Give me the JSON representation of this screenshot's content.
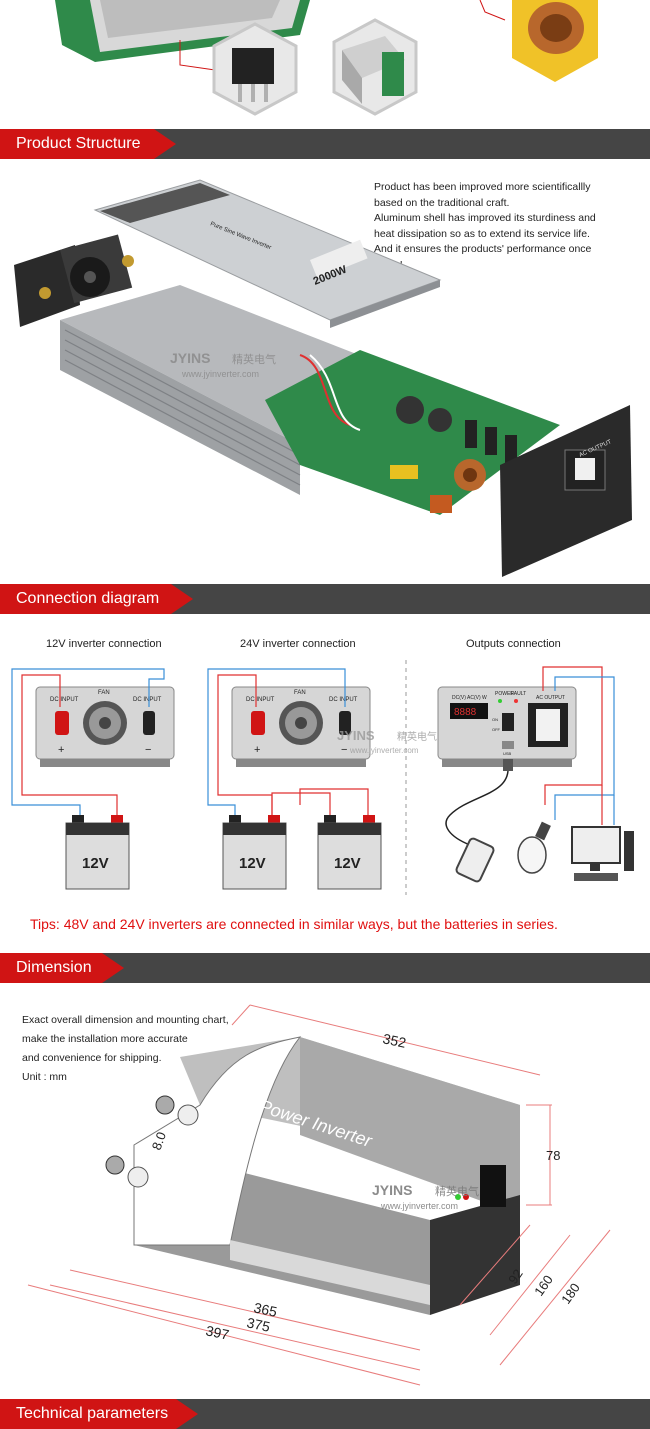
{
  "sections": {
    "structure": "Product Structure",
    "connection": "Connection diagram",
    "dimension": "Dimension",
    "technical": "Technical parameters"
  },
  "structure": {
    "description": [
      "Product has been improved more scientificallly",
      "based on the traditional craft.",
      "Aluminum shell has improved its sturdiness and",
      "heat dissipation so as to extend its service life.",
      "And it ensures the products' performance once",
      "again!"
    ],
    "model_label": "2000W",
    "lid_text": "Pure Sine Wave Inverter",
    "ac_output": "AC OUTPUT"
  },
  "watermark": {
    "brand": "JYINS",
    "cn": "精英电气",
    "url": "www.jyinverter.com"
  },
  "connection": {
    "col1_title": "12V inverter connection",
    "col2_title": "24V inverter connection",
    "col3_title": "Outputs connection",
    "fan": "FAN",
    "dc_input": "DC INPUT",
    "plus": "+",
    "minus": "−",
    "battery": "12V",
    "out_labels": {
      "dc_ac": "DC(V) AC(V) W",
      "power": "POWER",
      "fault": "FAULT",
      "ac_output": "AC OUTPUT",
      "on": "ON",
      "off": "OFF",
      "usb": "USB",
      "display": "8888"
    },
    "tips": "Tips: 48V and 24V inverters are connected in similar ways, but the batteries in series."
  },
  "dimension": {
    "description": [
      "Exact overall dimension and mounting chart,",
      "make the installation more accurate",
      "and convenience for shipping.",
      "Unit : mm"
    ],
    "product_text": "Power Inverter",
    "measures": {
      "d352": "352",
      "d78": "78",
      "d8": "8.0",
      "d365": "365",
      "d375": "375",
      "d397": "397",
      "d92": "92",
      "d160": "160",
      "d180": "180"
    }
  },
  "colors": {
    "accent": "#d01414",
    "banner": "#454545",
    "wire_red": "#e03030",
    "wire_blue": "#3a8fd8"
  }
}
